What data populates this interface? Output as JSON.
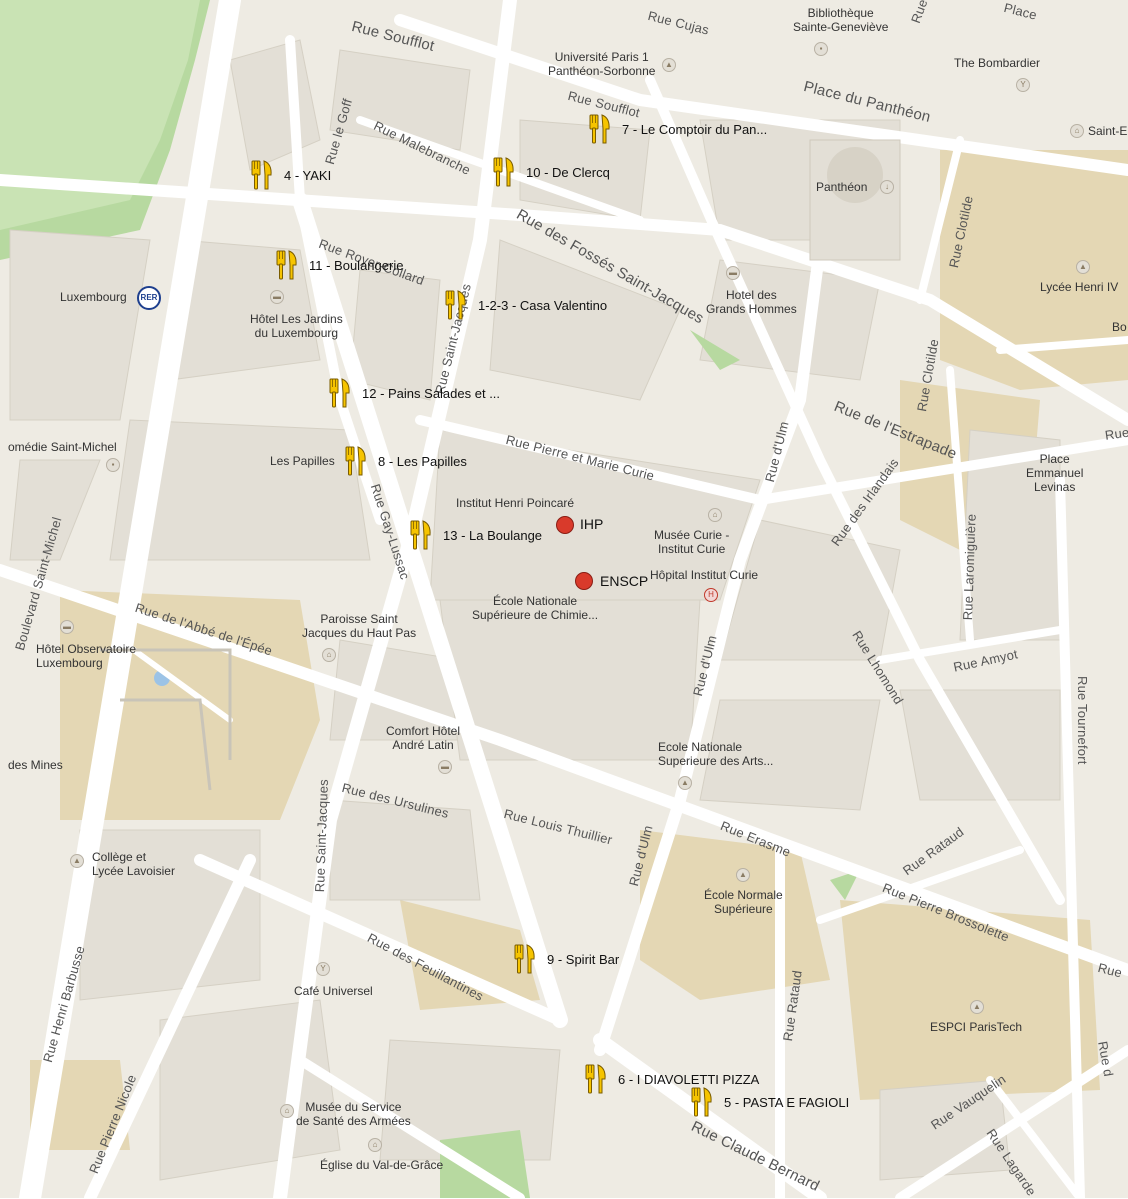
{
  "colors": {
    "land": "#eeebe3",
    "road": "#ffffff",
    "block": "#e3dfd6",
    "park": "#b7d9a0",
    "campus": "#e4d7b4",
    "marker_red": "#d93a2b",
    "fork_yellow": "#f6c400"
  },
  "markers": {
    "ihp": "IHP",
    "enscp": "ENSCP"
  },
  "restaurants": [
    {
      "label": "4 - YAKI"
    },
    {
      "label": "10 - De Clercq"
    },
    {
      "label": "7 - Le Comptoir du Pan..."
    },
    {
      "label": "11 - Boulangerie"
    },
    {
      "label": "1-2-3 - Casa Valentino"
    },
    {
      "label": "12 - Pains Salades et ..."
    },
    {
      "label": "8 - Les Papilles"
    },
    {
      "label": "13 - La Boulange"
    },
    {
      "label": "9 - Spirit Bar"
    },
    {
      "label": "6 - I DIAVOLETTI PIZZA"
    },
    {
      "label": "5 - PASTA E FAGIOLI"
    }
  ],
  "streets": {
    "soufflot_top": "Rue Soufflot",
    "cujas": "Rue Cujas",
    "place_pantheon": "Place du Panthéon",
    "soufflot": "Rue Soufflot",
    "malebranche": "Rue Malebranche",
    "le_goff": "Rue le Goff",
    "royer_collard": "Rue Royer-Collard",
    "fosses": "Rue des Fossés Saint-Jacques",
    "saint_jacques_top": "Rue Saint-Jacques",
    "clotilde_top": "Rue Clotilde",
    "clotilde": "Rue Clotilde",
    "estrapade": "Rue de l'Estrapade",
    "pierre_curie": "Rue Pierre et Marie Curie",
    "gay_lussac": "Rue Gay-Lussac",
    "boul_st_michel": "Boulevard Saint-Michel",
    "abbe_epee": "Rue de l'Abbé de l'Épée",
    "irlandais": "Rue des Irlandais",
    "ulm_top": "Rue d'Ulm",
    "ulm_mid": "Rue d'Ulm",
    "ulm_bot": "Rue d'Ulm",
    "laromiguiere": "Rue Laromiguière",
    "lhomond": "Rue Lhomond",
    "amyot": "Rue Amyot",
    "tournefort": "Rue Tournefort",
    "ursulines": "Rue des Ursulines",
    "louis_thuillier": "Rue Louis Thuillier",
    "erasme": "Rue Erasme",
    "rataud_top": "Rue Rataud",
    "rataud_bot": "Rue Rataud",
    "brossolette": "Rue Pierre Brossolette",
    "saint_jacques_bot": "Rue Saint-Jacques",
    "feuillantines": "Rue des Feuillantines",
    "henri_barbusse": "Rue Henri Barbusse",
    "pierre_nicole": "Rue Pierre Nicole",
    "claude_bernard": "Rue Claude Bernard",
    "vauquelin": "Rue Vauquelin",
    "lagarde": "Rue Lagarde",
    "rue_right": "Rue",
    "rue_d_right": "Rue d",
    "rue_right2": "Rue",
    "rue_top_right": "Rue",
    "place_top_right": "Place"
  },
  "pois": {
    "bibliotheque": "Bibliothèque\nSainte-Geneviève",
    "universite": "Université Paris 1\nPanthéon-Sorbonne",
    "bombardier": "The Bombardier",
    "saint_e": "Saint-E",
    "pantheon": "Panthéon",
    "luxembourg": "Luxembourg",
    "rer": "RER",
    "hotel_jardins": "Hôtel Les Jardins\ndu Luxembourg",
    "hotel_grands_hommes": "Hotel des\nGrands Hommes",
    "lycee_henri": "Lycée Henri IV",
    "bo": "Bo",
    "comedie": "omédie Saint-Michel",
    "place_levinas": "Place\nEmmanuel\nLevinas",
    "les_papilles": "Les Papilles",
    "institut_poincare": "Institut Henri Poincaré",
    "musee_curie": "Musée Curie -\nInstitut Curie",
    "hopital_curie": "Hôpital Institut Curie",
    "ecole_chimie": "École Nationale\nSupérieure de Chimie...",
    "paroisse": "Paroisse Saint\nJacques du Haut Pas",
    "hotel_observatoire": "Hôtel Observatoire\nLuxembourg",
    "comfort_hotel": "Comfort Hôtel\nAndré Latin",
    "des_mines": "des Mines",
    "ecole_arts": "Ecole Nationale\nSuperieure des Arts...",
    "college_lavoisier": "Collège et\nLycée Lavoisier",
    "ens": "École Normale\nSupérieure",
    "cafe_universel": "Café Universel",
    "espci": "ESPCI ParisTech",
    "musee_sante": "Musée du Service\nde Santé des Armées",
    "eglise": "Église du Val-de-Grâce"
  },
  "icons": {
    "restaurant": "fork-knife-icon",
    "place_marker": "red-dot-marker-icon",
    "library": "book-icon",
    "school": "mortarboard-icon",
    "hotel": "bed-icon",
    "bar": "cocktail-icon",
    "church": "church-icon",
    "hospital": "hospital-icon",
    "museum": "museum-icon",
    "monument": "monument-icon"
  }
}
